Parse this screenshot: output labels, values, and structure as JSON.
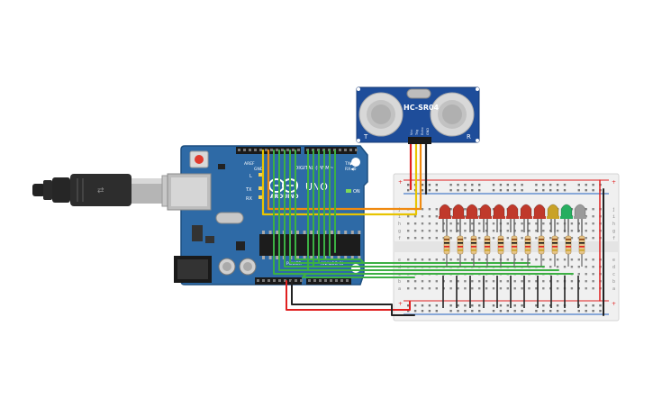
{
  "sensor": {
    "model": "HC-SR04",
    "left_transducer": "T",
    "right_transducer": "R",
    "pins": [
      "Vcc",
      "Trig",
      "Echo",
      "GND"
    ]
  },
  "arduino": {
    "logo": "ARDUINO",
    "model": "UNO",
    "digital_label": "DIGITAL (PWM~)",
    "tx_label": "TX▶1",
    "rx_label": "RX◀0",
    "power_label": "POWER",
    "analog_label": "ANALOG IN",
    "led_labels": [
      "L",
      "TX",
      "RX"
    ],
    "on_label": "ON",
    "aref_label": "AREF",
    "gnd_label": "GND"
  },
  "breadboard": {
    "rows_top": [
      "j",
      "i",
      "h",
      "g",
      "f"
    ],
    "rows_bottom": [
      "e",
      "d",
      "c",
      "b",
      "a"
    ]
  },
  "leds": {
    "colors": [
      "#c0392b",
      "#c0392b",
      "#c0392b",
      "#c0392b",
      "#c0392b",
      "#c0392b",
      "#c0392b",
      "#c0392b",
      "#c9a227",
      "#27ae60",
      "#9a9a9a"
    ]
  },
  "colors": {
    "board": "#2e6aa6",
    "sensor": "#1e4d9a",
    "wire_red": "#e02020",
    "wire_black": "#222222",
    "wire_green": "#3cb043",
    "wire_yellow": "#e8c400",
    "wire_orange": "#f08a10"
  }
}
